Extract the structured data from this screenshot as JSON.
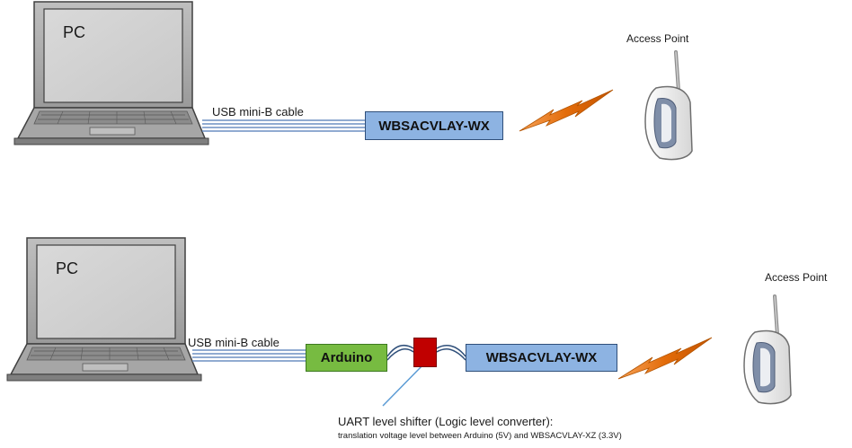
{
  "top": {
    "pc_label": "PC",
    "cable_label": "USB mini-B cable",
    "module_label": "WBSACVLAY-WX",
    "ap_label": "Access Point"
  },
  "bottom": {
    "pc_label": "PC",
    "cable_label": "USB mini-B cable",
    "arduino_label": "Arduino",
    "module_label": "WBSACVLAY-WX",
    "ap_label": "Access Point",
    "shifter_note_title": "UART level shifter (Logic level converter):",
    "shifter_note_detail": "translation voltage level between Arduino (5V) and WBSACVLAY-XZ (3.3V)"
  },
  "colors": {
    "module_fill": "#8db3e2",
    "arduino_fill": "#77bb41",
    "shifter_fill": "#c00000",
    "wireless_bolt": "#e36c0a",
    "cable": "#8db3e2"
  },
  "icons": [
    "laptop-icon",
    "router-icon",
    "wireless-signal-icon"
  ]
}
